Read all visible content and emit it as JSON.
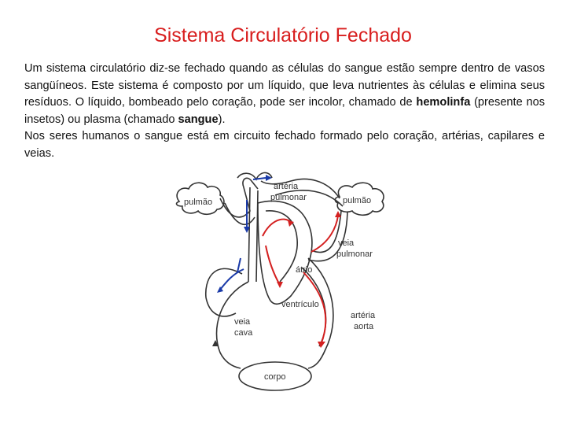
{
  "title": "Sistema Circulatório Fechado",
  "paragraph1": {
    "before_bold1": "Um sistema circulatório diz-se fechado quando as células do sangue estão sempre dentro de vasos sangüíneos. Este sistema é composto por um líquido, que leva nutrientes às células e elimina seus resíduos. O líquido, bombeado pelo coração, pode ser incolor, chamado de ",
    "bold1": "hemolinfa",
    "middle": " (presente nos insetos) ou plasma (chamado ",
    "bold2": "sangue",
    "end": ")."
  },
  "paragraph2": "Nos seres humanos o sangue está em circuito fechado formado pelo coração, artérias, capilares e veias.",
  "diagram": {
    "labels": {
      "pulmao_left": "pulmão",
      "pulmao_right": "pulmão",
      "arteria_pulmonar_1": "artéria",
      "arteria_pulmonar_2": "pulmonar",
      "veia_pulmonar_1": "veia",
      "veia_pulmonar_2": "pulmonar",
      "atrio": "átrio",
      "ventriculo": "ventrículo",
      "veia_cava_1": "veia",
      "veia_cava_2": "cava",
      "arteria_aorta_1": "artéria",
      "arteria_aorta_2": "aorta",
      "corpo": "corpo"
    },
    "colors": {
      "arterial": "#d42020",
      "venous": "#1a3aa8",
      "outline": "#333333"
    }
  }
}
